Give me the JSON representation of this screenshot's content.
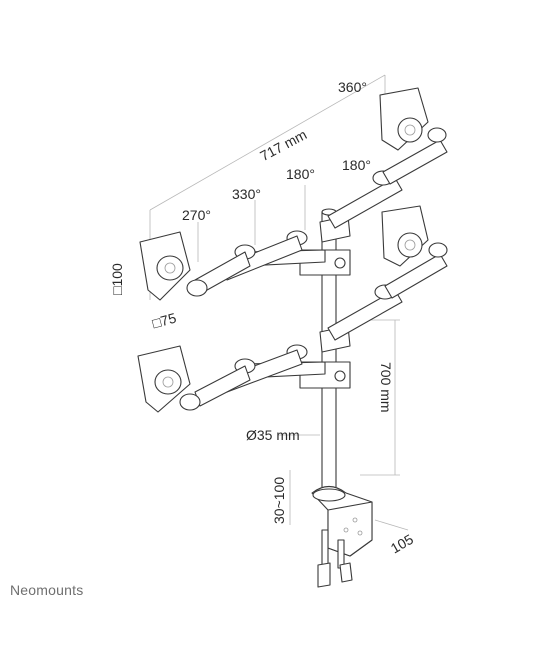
{
  "brand": {
    "name": "Neomounts"
  },
  "dimensions": {
    "arm_span": "717 mm",
    "rotation_top": "360°",
    "swivel_inner_right": "180°",
    "swivel_pole": "180°",
    "swivel_mid": "330°",
    "swivel_left": "270°",
    "vesa_height": "□100",
    "vesa_small": "□75",
    "pole_height": "700 mm",
    "pole_diameter": "Ø35 mm",
    "desk_thickness": "30~100",
    "clamp_depth": "105"
  }
}
